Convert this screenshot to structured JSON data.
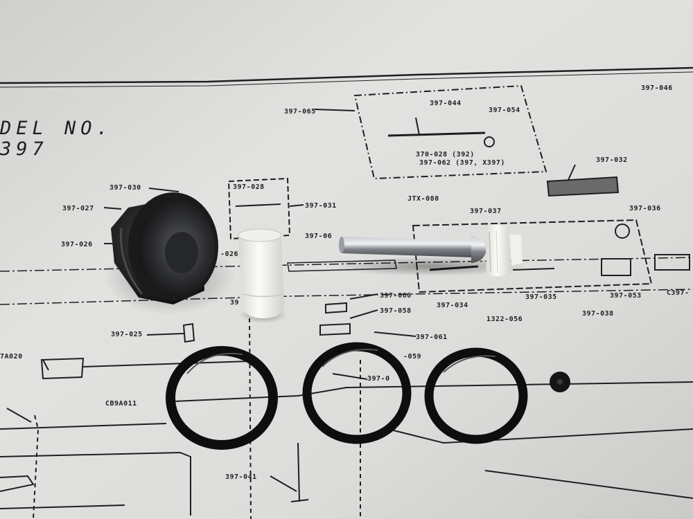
{
  "diagram": {
    "heading_lines": [
      "DEL NO.",
      "397"
    ],
    "part_labels": [
      {
        "id": "l1",
        "text": "397-046"
      },
      {
        "id": "l2",
        "text": "397-065"
      },
      {
        "id": "l3",
        "text": "397-044"
      },
      {
        "id": "l4",
        "text": "397-054"
      },
      {
        "id": "l5",
        "text": "370-028 (392)"
      },
      {
        "id": "l6",
        "text": "397-062 (397, X397)"
      },
      {
        "id": "l7",
        "text": "397-032"
      },
      {
        "id": "l8",
        "text": "397-030"
      },
      {
        "id": "l9",
        "text": "397-028"
      },
      {
        "id": "l10",
        "text": "397-031"
      },
      {
        "id": "l11",
        "text": "397-027"
      },
      {
        "id": "l12",
        "text": "JTX-080"
      },
      {
        "id": "l13",
        "text": "397-037"
      },
      {
        "id": "l14",
        "text": "397-036"
      },
      {
        "id": "l15",
        "text": "397-026"
      },
      {
        "id": "l16",
        "text": "397-06"
      },
      {
        "id": "l17",
        "text": "397-060"
      },
      {
        "id": "l18",
        "text": "397-058"
      },
      {
        "id": "l19",
        "text": "397-034"
      },
      {
        "id": "l20",
        "text": "397-035"
      },
      {
        "id": "l21",
        "text": "397-053"
      },
      {
        "id": "l22",
        "text": "C397-"
      },
      {
        "id": "l23",
        "text": "1322-056"
      },
      {
        "id": "l24",
        "text": "397-038"
      },
      {
        "id": "l25",
        "text": "397-025"
      },
      {
        "id": "l26",
        "text": "397-061"
      },
      {
        "id": "l27",
        "text": "7A020"
      },
      {
        "id": "l28",
        "text": "-059"
      },
      {
        "id": "l29",
        "text": "397-0"
      },
      {
        "id": "l30",
        "text": "CB9A011"
      },
      {
        "id": "l31",
        "text": "397-041"
      },
      {
        "id": "l32",
        "text": "39"
      },
      {
        "id": "l33",
        "text": "-026"
      }
    ]
  },
  "colors": {
    "paper": "#dcdcda",
    "ink": "#1e1e1e",
    "rubber": "#141414",
    "delrin": "#f2f2ee",
    "steel": "#8a8d92"
  }
}
